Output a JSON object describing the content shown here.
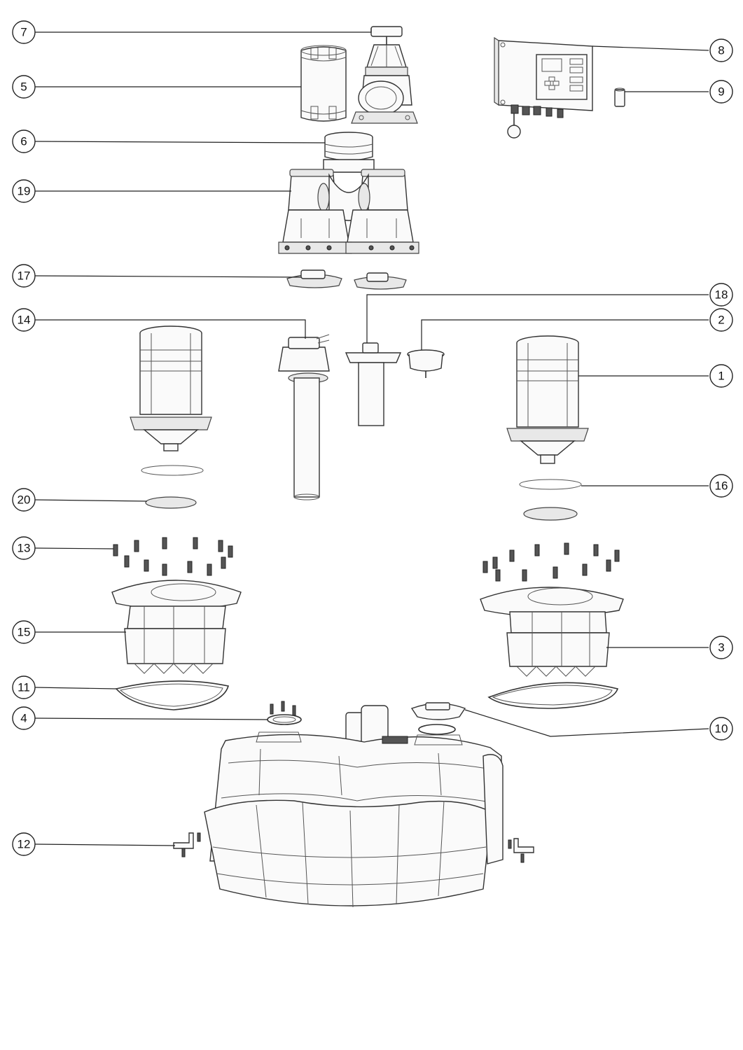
{
  "callouts": [
    {
      "id": "c7",
      "label": "7"
    },
    {
      "id": "c5",
      "label": "5"
    },
    {
      "id": "c6",
      "label": "6"
    },
    {
      "id": "c19",
      "label": "19"
    },
    {
      "id": "c17",
      "label": "17"
    },
    {
      "id": "c14",
      "label": "14"
    },
    {
      "id": "c20",
      "label": "20"
    },
    {
      "id": "c13",
      "label": "13"
    },
    {
      "id": "c15",
      "label": "15"
    },
    {
      "id": "c11",
      "label": "11"
    },
    {
      "id": "c4",
      "label": "4"
    },
    {
      "id": "c12",
      "label": "12"
    },
    {
      "id": "c8",
      "label": "8"
    },
    {
      "id": "c9",
      "label": "9"
    },
    {
      "id": "c18",
      "label": "18"
    },
    {
      "id": "c2",
      "label": "2"
    },
    {
      "id": "c1",
      "label": "1"
    },
    {
      "id": "c16",
      "label": "16"
    },
    {
      "id": "c3",
      "label": "3"
    },
    {
      "id": "c10",
      "label": "10"
    }
  ]
}
